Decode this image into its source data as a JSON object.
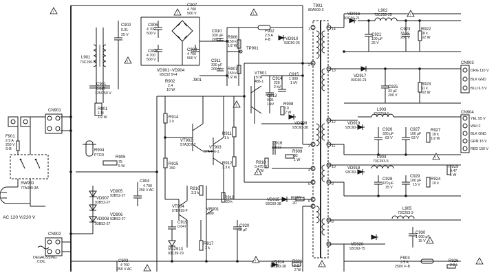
{
  "labels": {
    "F901": "F901",
    "F901_v": "2.5 A",
    "F901_v2": "250 V",
    "F901_t": "S-B",
    "SW901": "SW901",
    "SW901_v": "77A300-3A",
    "AC": "AC 120 V/220 V",
    "CN901": "CN901",
    "CN902": "CN902",
    "DEG": "DEGAUSSING",
    "DEG2": "COIL",
    "C901": "C901",
    "C901_v": "0.047",
    "C901_v2": "125/250 V",
    "R901": "R901",
    "R901_v": "1 M",
    "R901_v2": "1/2 W",
    "L901": "L901",
    "L901_v": "73C150-3",
    "C902": "C902",
    "C902_v": "0.01",
    "C902_v2": "25 V",
    "R904": "R904",
    "R904_v": "PTCR",
    "R905": "R905",
    "R905_v": "75",
    "R905_v2": "5 W",
    "VD905": "VD905",
    "VD905_v": "93B52-27",
    "VD906": "VD906",
    "VD906_v": "93B52-27",
    "VD907": "VD907",
    "VD907_v": "93B52-27",
    "VD908": "VD908",
    "VD908_v": "93B52-27",
    "C903": "C903",
    "C903_v": "4 700",
    "C903_v2": "250 V AC",
    "C904": "C904",
    "C904_v": "4 700",
    "C904_v2": "250 V AC",
    "C906": "C906",
    "C906_v": "4 700",
    "C906_v2": "500 V",
    "C907": "C907",
    "C907_v": "4 700",
    "C907_v2": "500 V",
    "C908": "C908",
    "C908_v": "4 700",
    "C908_v2": "500 V",
    "C909": "C909",
    "C909_v": "4 700",
    "C909_v2": "500 V",
    "VD901": "VD901~VD904",
    "VD901_v": "93C52 9×4",
    "J901": "J901",
    "C910": "C910",
    "C910_v": "330 μF",
    "C910_v2": "200 V",
    "C911": "C911",
    "C911_v": "330 μF",
    "C911_v2": "200 V",
    "R906": "R906",
    "R906_v": "150 k",
    "R906_v2": "1/2 W",
    "R907": "R907",
    "R907_v": "150 k",
    "R907_v2": "1/2 W",
    "R902": "R902",
    "R902_v": "2.4",
    "R902_v2": "10 W",
    "F902": "F902",
    "F902_v": "2.5 A",
    "F902_v2": "F-B",
    "VD910": "VD910",
    "VD910_v": "93C60-26",
    "TP901": "TP901",
    "VT901": "VT901",
    "VT901_v": "57A",
    "VT901_v2": "486-1",
    "C914": "C914",
    "C914_v": "220",
    "C914_v2": "2 kV",
    "C915": "C915",
    "C915_v": "1 000",
    "C915_v2": "1 kV",
    "C913": "C913",
    "C913_v": "0.01",
    "C913_v2": "1 kV",
    "R908": "R908",
    "R908_v": "10",
    "R908_v2": "2 W",
    "VD909": "VD909",
    "VD909_v": "93C60-38",
    "R914": "R914",
    "R914_v": "2 k",
    "VT902": "VT902",
    "VT902_v": "57A307-2",
    "VT903": "VT903",
    "VT903_v": "57A446-1",
    "R911": "R911",
    "R911_v": "1 k",
    "R912": "R912",
    "R912_v": "3.3 k",
    "R915": "R915",
    "R915_v": "150",
    "C916": "C916",
    "C916_v": "0.022",
    "R910": "R910",
    "R910_v": "0.475 Ω",
    "R910_v2": "5 W",
    "R909": "R909",
    "R909_v": "82",
    "R909_v2": "1 W",
    "R916": "R916",
    "R916_v": "3.3 k",
    "R918": "R918",
    "R918_v": "20 k",
    "VT904": "VT904",
    "VT904_v": "57B419-F",
    "VR901": "VR901",
    "VR901_v": "500",
    "VD915": "VD915",
    "VD915_v": "93C60-38",
    "R920": "R920",
    "R920_v": "20",
    "C919": "C919",
    "C919_v": "0.047",
    "C920": "C920",
    "C920_v": "10 μF",
    "VDZ913": "VDZ913",
    "VDZ913_v": "93C39-79",
    "R917": "R917",
    "R917_v": "1 k",
    "VD914": "VD914",
    "VD914_v": "93C60-38",
    "R921": "R921",
    "R921_v": "3 Ω",
    "R921_v2": "2 W",
    "T901": "T901",
    "T901_v": "80A509-3",
    "VD916": "VD916",
    "VD916_v": "93C60-21",
    "L902": "L902",
    "L902_v": "73C253-25",
    "C921": "C921",
    "C921_v": "100 μF",
    "C921_v2": "25 V",
    "C923": "C923",
    "C923_v": "33 μF",
    "C923_v2": "200 V",
    "R922": "R922",
    "R922_v": "18 k",
    "R922_v2": "1/2 W",
    "VD917": "VD917",
    "VD917_v": "93C60-21",
    "C925": "C925",
    "C925_v": "33 μF",
    "C925_v2": "200 V",
    "R923": "R923",
    "R923_v": "51 k",
    "R923_v2": "1/2 W",
    "CN903": "CN903",
    "ORG": "ORG  110 V",
    "BLKGND": "BLK GND",
    "BLU": "BLU  6.3 V",
    "CN904": "CN904",
    "YEL": "YEL  55 V",
    "WHI": "WHI  F",
    "BLKGND2": "BLK GND",
    "GRN": "GRN  15 V",
    "RED": "RED  150 V",
    "L903": "L903",
    "L903_v": "73C253-5",
    "VD919": "VD919",
    "VD919_v": "93C60-73",
    "C926": "C926",
    "C926_v": "330 μF",
    "C926_v2": "63 V",
    "C927": "C927",
    "C927_v": "100 μF",
    "C927_v2": "63 V",
    "R927": "R927",
    "R927_v": "18 k",
    "R927_v2": "1/2 W",
    "L904": "L904",
    "L904_v": "73C253-5",
    "VD918": "VD918",
    "VD918_v": "93C60-75",
    "C928": "C928",
    "C928_v": "470 μF",
    "C928_v2": "15 V",
    "C929": "C929",
    "C929_v": "100 μF",
    "C929_v2": "15 V",
    "R924": "R924",
    "R924_v": "10 k",
    "R929": "R929",
    "R929_v": "0.47",
    "R929_v2": "1 W",
    "L905": "L905",
    "L905_v": "73C253-3",
    "C930": "C930",
    "C930_v": "1 000 μF",
    "C930_v2": "15 V",
    "VD920": "VD920",
    "VD920_v": "93C60-75",
    "F903": "F903",
    "F903_v": "2.5 A",
    "F903_v2": "250V F-B",
    "R926": "R926",
    "R926_v": "2.2 k",
    "p1": "1",
    "p2": "2",
    "p3": "3",
    "p4": "4",
    "p5": "5",
    "p6": "6",
    "p8": "8",
    "p9": "9",
    "p10": "10",
    "p11": "11",
    "p12": "12",
    "p13": "13",
    "p14": "14",
    "warn": "!"
  }
}
